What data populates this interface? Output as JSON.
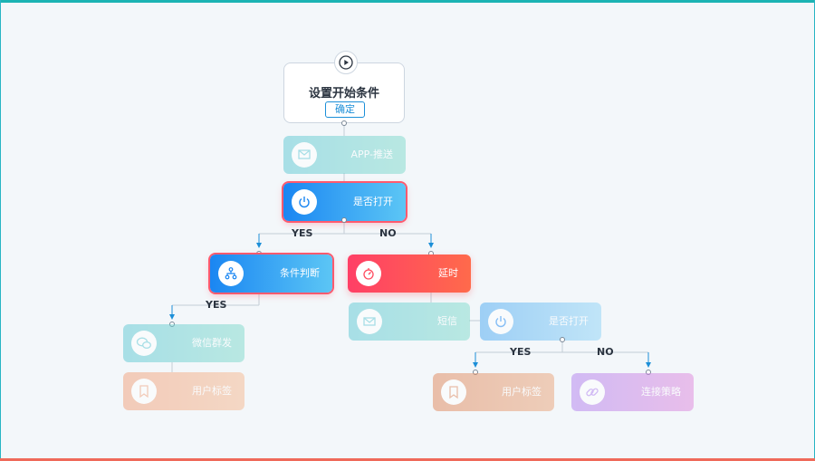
{
  "start": {
    "title": "设置开始条件",
    "confirm_label": "确定"
  },
  "nodes": {
    "app_push": "APP-推送",
    "is_open_1": "是否打开",
    "condition": "条件判断",
    "delay": "延时",
    "sms": "短信",
    "is_open_2": "是否打开",
    "wechat": "微信群发",
    "user_tag_1": "用户标签",
    "user_tag_2": "用户标签",
    "connect": "连接策略"
  },
  "branches": {
    "yes_1": "YES",
    "no_1": "NO",
    "yes_2": "YES",
    "yes_3": "YES",
    "no_3": "NO"
  },
  "colors": {
    "teal_start": "#5ec8d4",
    "teal_end": "#7fdacb",
    "blue_start": "#1a86f2",
    "blue_end": "#5cc6f5",
    "red_start": "#ff3f66",
    "red_end": "#ff6a4b",
    "peach_start": "#f2a07a",
    "peach_end": "#f5b990",
    "purple_start": "#c39cf0",
    "purple_end": "#e6a0e3",
    "active_border": "#ff5a6e",
    "accent": "#1c8fd8"
  },
  "icons": {
    "start": "play-icon",
    "app_push": "message-icon",
    "is_open": "power-icon",
    "condition": "hierarchy-icon",
    "delay": "stopwatch-icon",
    "sms": "envelope-icon",
    "wechat": "wechat-icon",
    "user_tag": "bookmark-icon",
    "connect": "link-icon"
  }
}
